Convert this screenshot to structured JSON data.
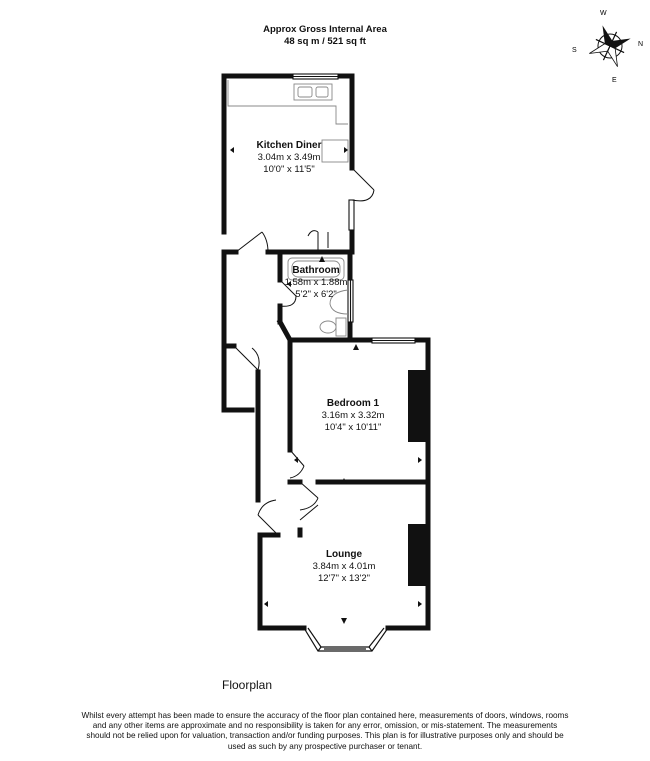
{
  "header": {
    "title": "Approx Gross Internal Area",
    "area": "48 sq m / 521 sq ft"
  },
  "rooms": {
    "kitchen": {
      "name": "Kitchen Diner",
      "metric": "3.04m x 3.49m",
      "imperial": "10'0\" x 11'5\""
    },
    "bathroom": {
      "name": "Bathroom",
      "metric": "1.58m x 1.88m",
      "imperial": "5'2\" x 6'2\""
    },
    "bedroom": {
      "name": "Bedroom 1",
      "metric": "3.16m x 3.32m",
      "imperial": "10'4\" x 10'11\""
    },
    "lounge": {
      "name": "Lounge",
      "metric": "3.84m x 4.01m",
      "imperial": "12'7\" x 13'2\""
    }
  },
  "compass": {
    "n": "N",
    "s": "S",
    "e": "E",
    "w": "W"
  },
  "floorplan_label": "Floorplan",
  "disclaimer": "Whilst every attempt has been made to ensure the accuracy of the floor plan contained here, measurements of doors, windows, rooms and any other items are approximate and no responsibility is taken for any error, omission, or mis-statement. The measurements should not be relied upon for valuation, transaction and/or funding purposes. This plan is for illustrative purposes only and should be used as such by any prospective purchaser or tenant.",
  "colors": {
    "wall": "#111111",
    "fixture": "#888888",
    "background": "#ffffff"
  }
}
